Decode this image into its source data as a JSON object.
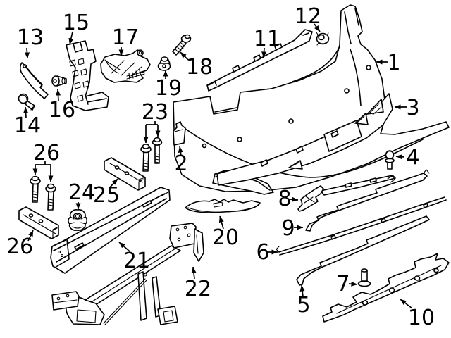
{
  "colors": {
    "background": "#ffffff",
    "line": "#000000",
    "label_text": "#000000"
  },
  "callouts": [
    {
      "label": "1"
    },
    {
      "label": "2"
    },
    {
      "label": "3"
    },
    {
      "label": "4"
    },
    {
      "label": "5"
    },
    {
      "label": "6"
    },
    {
      "label": "7"
    },
    {
      "label": "8"
    },
    {
      "label": "9"
    },
    {
      "label": "10"
    },
    {
      "label": "11"
    },
    {
      "label": "12"
    },
    {
      "label": "13"
    },
    {
      "label": "14"
    },
    {
      "label": "15"
    },
    {
      "label": "16"
    },
    {
      "label": "17"
    },
    {
      "label": "18"
    },
    {
      "label": "19"
    },
    {
      "label": "20"
    },
    {
      "label": "21"
    },
    {
      "label": "22"
    },
    {
      "label": "23"
    },
    {
      "label": "24"
    },
    {
      "label": "25"
    },
    {
      "label": "26"
    }
  ]
}
